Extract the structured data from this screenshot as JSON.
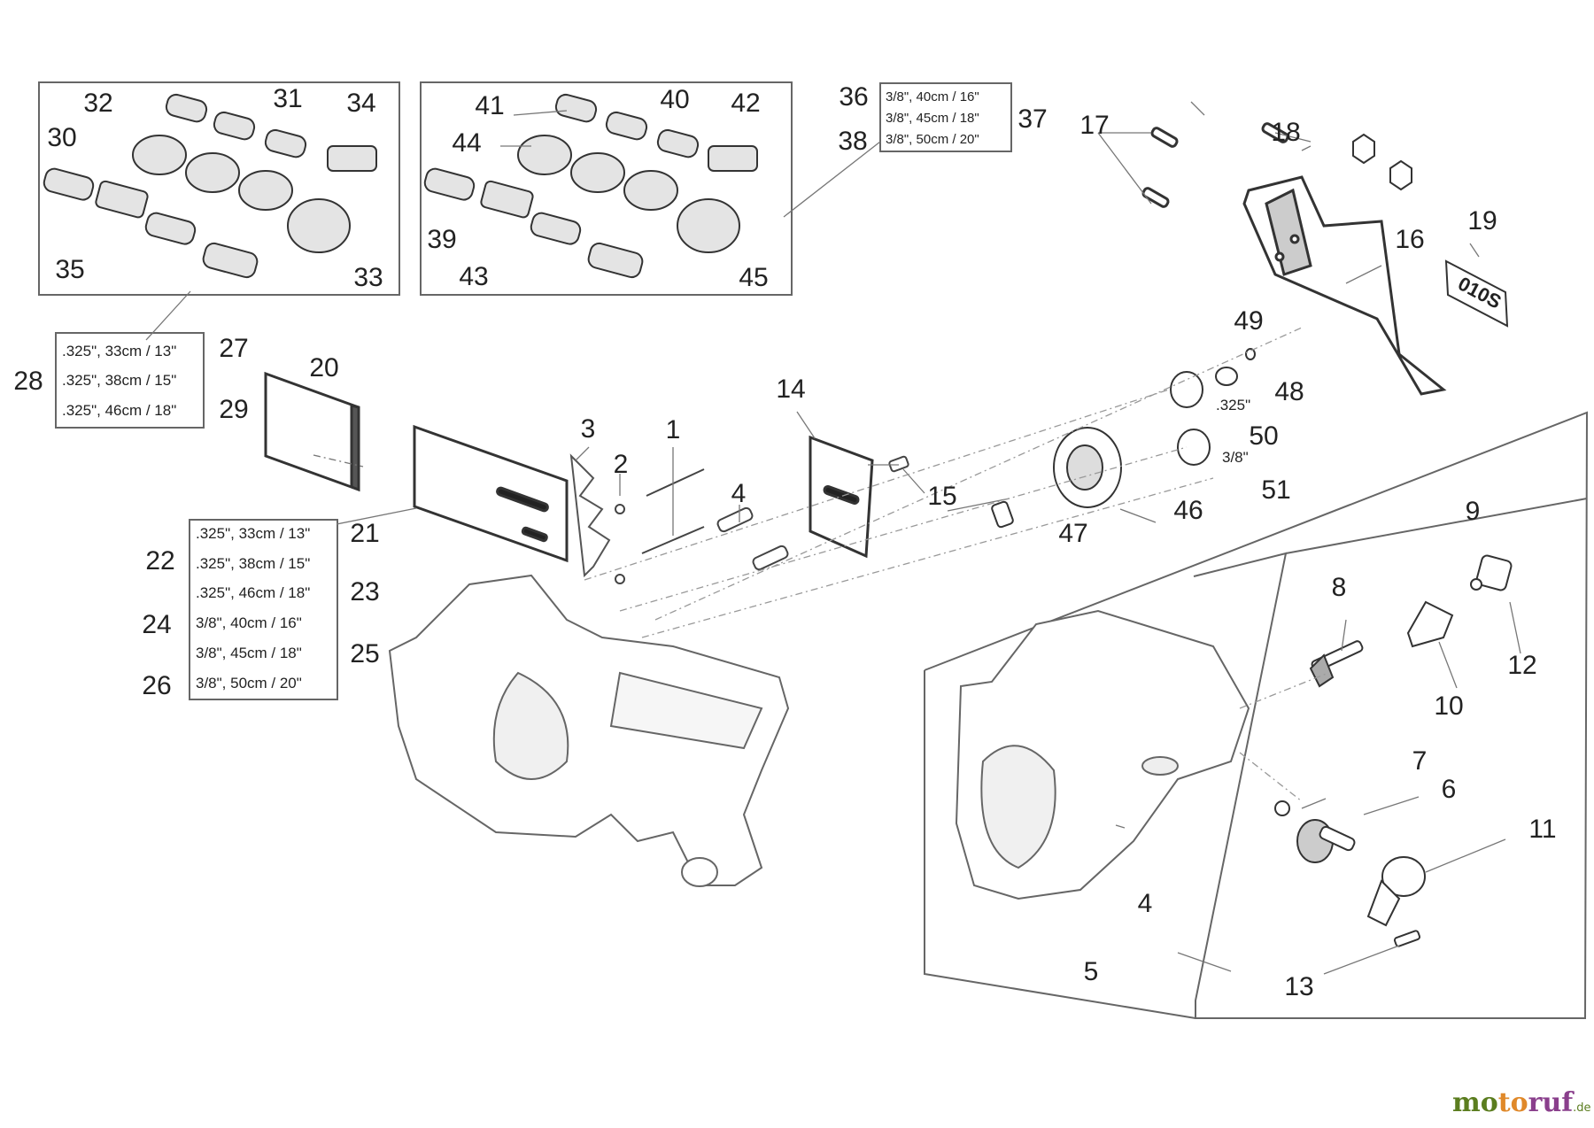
{
  "callouts": [
    "1",
    "2",
    "3",
    "4",
    "5",
    "6",
    "7",
    "8",
    "9",
    "10",
    "11",
    "12",
    "13",
    "14",
    "15",
    "16",
    "17",
    "18",
    "19",
    "20",
    "21",
    "22",
    "23",
    "24",
    "25",
    "26",
    "27",
    "28",
    "29",
    "30",
    "31",
    "32",
    "33",
    "34",
    "35",
    "36",
    "37",
    "38",
    "39",
    "40",
    "41",
    "42",
    "43",
    "44",
    "45",
    "46",
    "47",
    "48",
    "49",
    "50",
    "51",
    "4"
  ],
  "spec_box_27_29": [
    ".325\", 33cm / 13\"",
    ".325\", 38cm / 15\"",
    ".325\", 46cm / 18\""
  ],
  "spec_box_21_26": [
    ".325\", 33cm / 13\"",
    ".325\", 38cm / 15\"",
    ".325\", 46cm / 18\"",
    "3/8\", 40cm / 16\"",
    "3/8\", 45cm / 18\"",
    "3/8\", 50cm / 20\""
  ],
  "spec_box_36_38": [
    "3/8\", 40cm / 16\"",
    "3/8\", 45cm / 18\"",
    "3/8\", 50cm / 20\""
  ],
  "overlay": {
    "sprocket_325": ".325\"",
    "sprocket_38": "3/8\"",
    "plate_text": "010S"
  },
  "watermark": {
    "a": "mo",
    "b": "to",
    "c": "ruf",
    "tld": ".de"
  }
}
